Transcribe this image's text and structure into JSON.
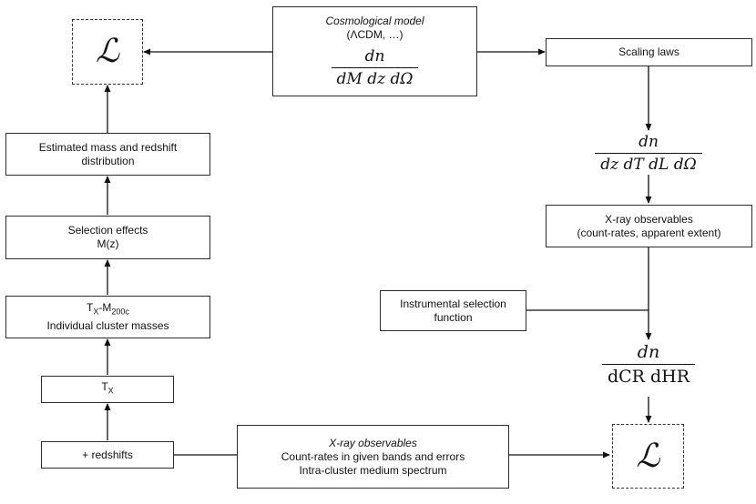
{
  "cosmo": {
    "title": "Cosmological model",
    "subtitle": "(ΛCDM, …)",
    "num": "dn",
    "den": "dM dz dΩ"
  },
  "likelihood_symbol": "ℒ",
  "scaling": {
    "label": "Scaling laws"
  },
  "frac_scaling": {
    "num": "dn",
    "den": "dz dT dL dΩ"
  },
  "xray_obs": {
    "line1": "X-ray observables",
    "line2": "(count-rates, apparent extent)"
  },
  "instr": {
    "line1": "Instrumental selection",
    "line2": "function"
  },
  "frac_cr": {
    "num": "dn",
    "den": "dCR dHR"
  },
  "est": {
    "line1": "Estimated mass and redshift",
    "line2": "distribution"
  },
  "sel": {
    "line1": "Selection effects",
    "line2": "M(z)"
  },
  "txm": {
    "t": "T",
    "x_sub": "X",
    "dash": "-M",
    "m_sub": "200c",
    "line2": "Individual cluster masses"
  },
  "tx": {
    "t": "T",
    "x_sub": "X"
  },
  "redshifts": {
    "label": "+ redshifts"
  },
  "xray_bottom": {
    "title": "X-ray observables",
    "line2": "Count-rates in given bands and errors",
    "line3": "Intra-cluster medium spectrum"
  }
}
